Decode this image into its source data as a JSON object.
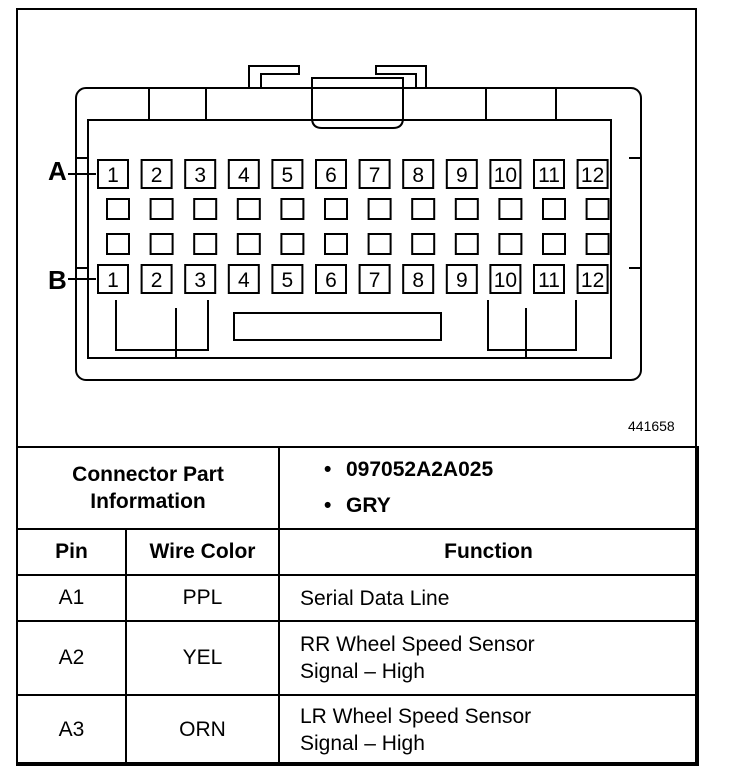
{
  "connector": {
    "row_a_label": "A",
    "row_b_label": "B",
    "row_a_pins": [
      "1",
      "2",
      "3",
      "4",
      "5",
      "6",
      "7",
      "8",
      "9",
      "10",
      "11",
      "12"
    ],
    "row_b_pins": [
      "1",
      "2",
      "3",
      "4",
      "5",
      "6",
      "7",
      "8",
      "9",
      "10",
      "11",
      "12"
    ],
    "figure_id": "441658"
  },
  "part_info": {
    "label_line1": "Connector Part",
    "label_line2": "Information",
    "values": [
      "097052A2A025",
      "GRY"
    ]
  },
  "table": {
    "headers": [
      "Pin",
      "Wire Color",
      "Function"
    ],
    "rows": [
      {
        "pin": "A1",
        "color": "PPL",
        "function": [
          "Serial Data Line"
        ]
      },
      {
        "pin": "A2",
        "color": "YEL",
        "function": [
          "RR Wheel Speed Sensor",
          "Signal – High"
        ]
      },
      {
        "pin": "A3",
        "color": "ORN",
        "function": [
          "LR Wheel Speed Sensor",
          "Signal – High"
        ]
      }
    ]
  }
}
